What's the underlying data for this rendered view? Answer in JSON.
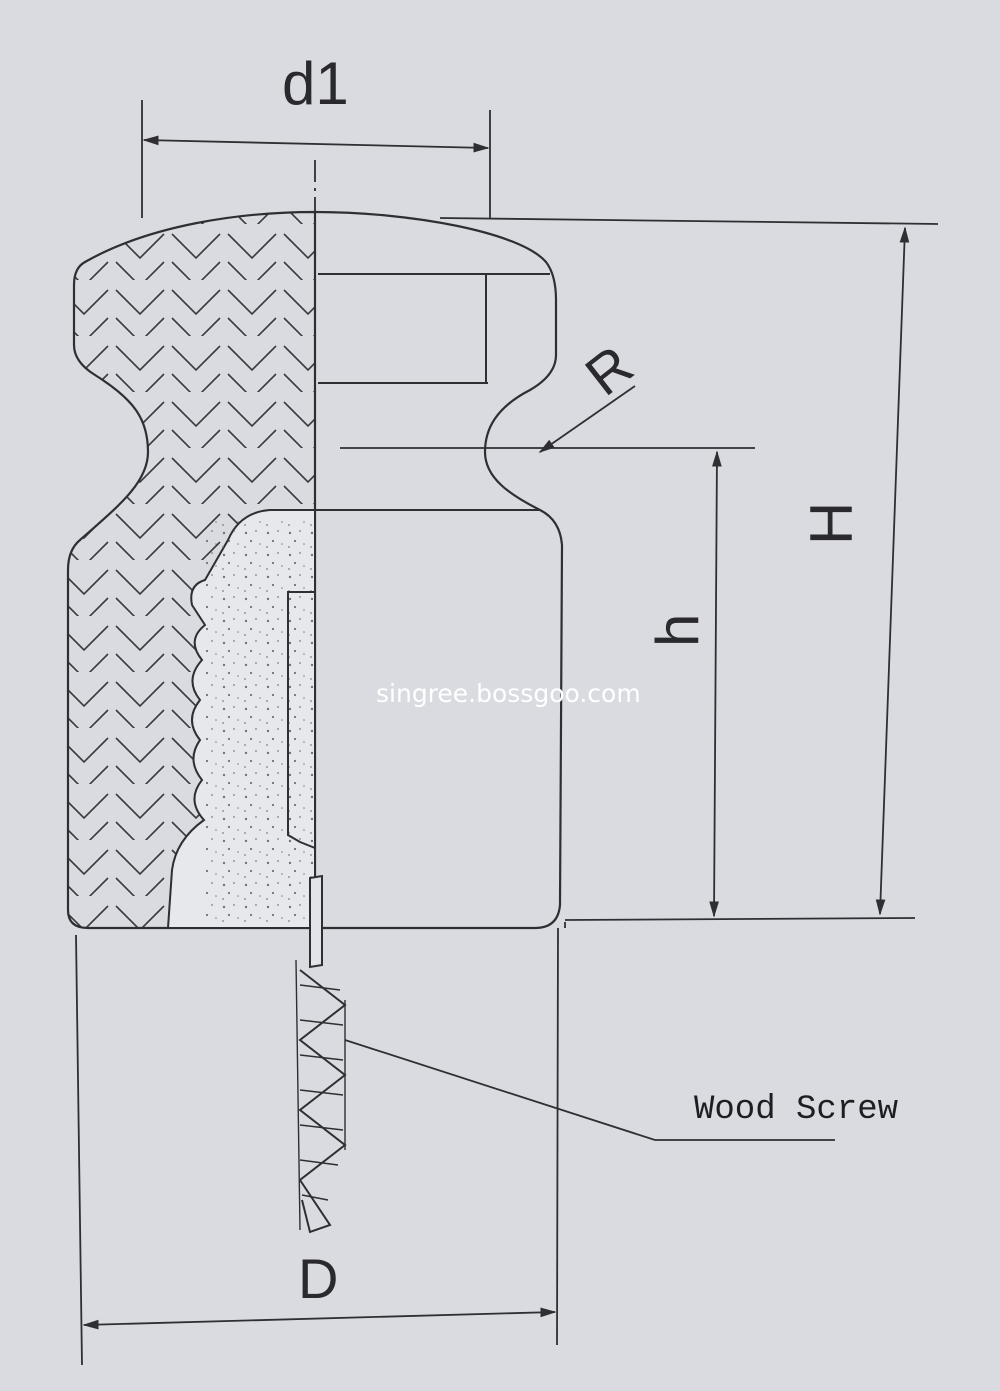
{
  "labels": {
    "d1": "d1",
    "R": "R",
    "h": "h",
    "H": "H",
    "D": "D",
    "wood_screw": "Wood Screw"
  },
  "watermark": "singree.bossgoo.com",
  "colors": {
    "paper": "#d9dbe0",
    "ink": "#2f2f33",
    "watermark": "#ffffff"
  }
}
